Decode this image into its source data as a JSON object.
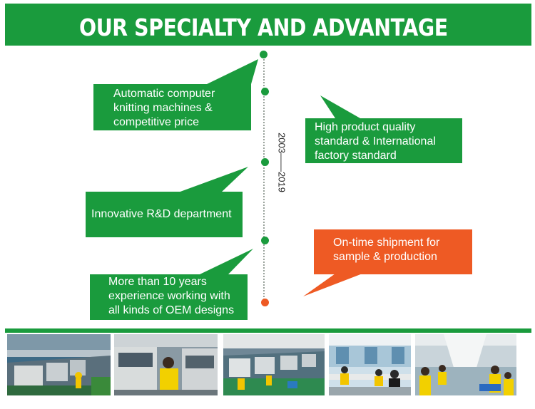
{
  "banner": {
    "title": "OUR SPECIALTY AND ADVANTAGE"
  },
  "timeline": {
    "years": "2003——2019"
  },
  "advantages": [
    {
      "lines": [
        "Automatic computer",
        "knitting machines &",
        "competitive price"
      ],
      "color": "#1a9b3d"
    },
    {
      "lines": [
        "High product quality",
        "standard & International",
        "factory standard"
      ],
      "color": "#1a9b3d"
    },
    {
      "lines": [
        "Innovative R&D department"
      ],
      "color": "#1a9b3d"
    },
    {
      "lines": [
        "On-time shipment for",
        "sample & production"
      ],
      "color": "#ee5a24"
    },
    {
      "lines": [
        "More than 10 years",
        "experience working with",
        "all kinds of OEM designs"
      ],
      "color": "#1a9b3d"
    }
  ],
  "colors": {
    "brand_green": "#1a9b3d",
    "accent_orange": "#ee5a24"
  },
  "photos": [
    {
      "subject": "knitting-machine-workshop"
    },
    {
      "subject": "worker-at-knitting-machine"
    },
    {
      "subject": "factory-floor-machines"
    },
    {
      "subject": "rd-office"
    },
    {
      "subject": "linking-workshop"
    }
  ]
}
